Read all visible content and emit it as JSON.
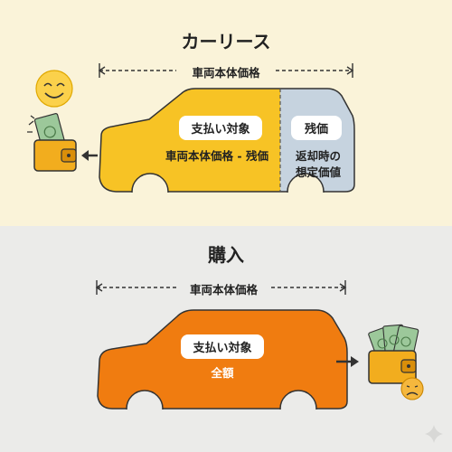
{
  "lease": {
    "title": "カーリース",
    "dimension_label": "車両本体価格",
    "payment_label": "支払い対象",
    "payment_formula": "車両本体価格 - 残価",
    "residual_title": "残価",
    "residual_line1": "返却時の",
    "residual_line2": "想定価値",
    "colors": {
      "car": "#f7c325",
      "residual": "#c6d3df",
      "background": "#faf3d9"
    }
  },
  "purchase": {
    "title": "購入",
    "dimension_label": "車両本体価格",
    "payment_label": "支払い対象",
    "payment_amount": "全額",
    "colors": {
      "car": "#f07c10",
      "background": "#ebebe9"
    }
  },
  "icons": [
    "smiley-face-icon",
    "wallet-cash-icon",
    "arrow-left-icon",
    "arrow-right-icon",
    "sad-face-icon",
    "sparkle-icon"
  ]
}
